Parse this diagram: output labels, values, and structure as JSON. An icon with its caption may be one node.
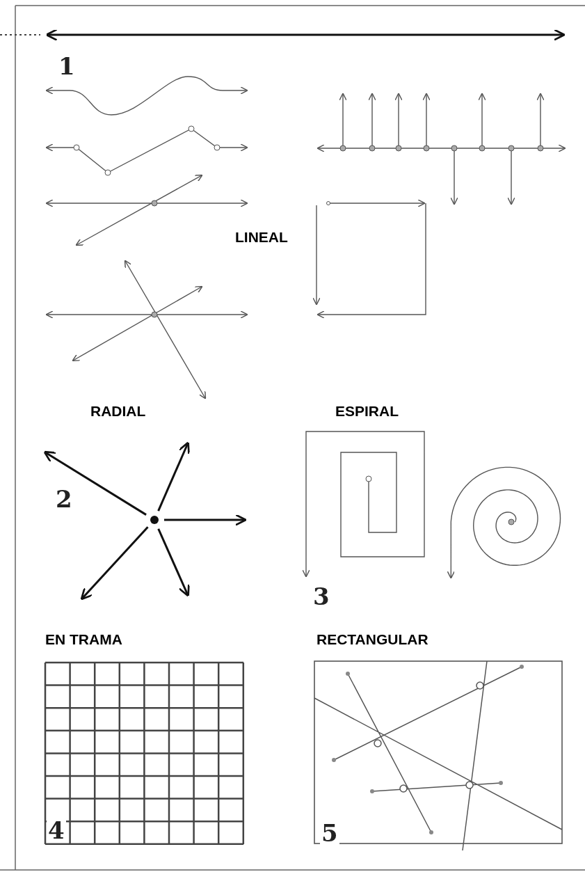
{
  "diagram": {
    "labels": [
      "1",
      "LINEAL",
      "RADIAL",
      "ESPIRAL",
      "2",
      "3",
      "EN TRAMA",
      "RECTANGULAR",
      "4",
      "5"
    ]
  }
}
